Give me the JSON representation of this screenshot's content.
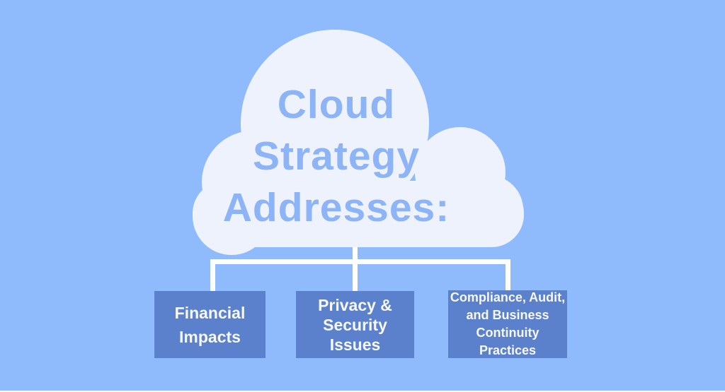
{
  "canvas": {
    "background_color": "#8fbbfc",
    "bottom_strip_color": "#ffffff"
  },
  "cloud": {
    "fill_color": "#edf2fd",
    "title_color": "#8db4f6",
    "title_lines": {
      "line1": "Cloud",
      "line2": "Strategy",
      "line3": "Addresses:"
    },
    "title_full": "Cloud Strategy Addresses:"
  },
  "connectors": {
    "color": "#ffffff"
  },
  "nodes": [
    {
      "label": "Financial Impacts",
      "lines": [
        "Financial",
        "Impacts"
      ]
    },
    {
      "label": "Privacy & Security Issues",
      "lines": [
        "Privacy &",
        "Security",
        "Issues"
      ]
    },
    {
      "label": "Compliance, Audit, and Business Continuity Practices",
      "lines": [
        "Compliance, Audit,",
        "and Business",
        "Continuity Practices"
      ]
    }
  ],
  "node_style": {
    "fill_color": "#5b80cc",
    "text_color": "#f6f8fe"
  }
}
